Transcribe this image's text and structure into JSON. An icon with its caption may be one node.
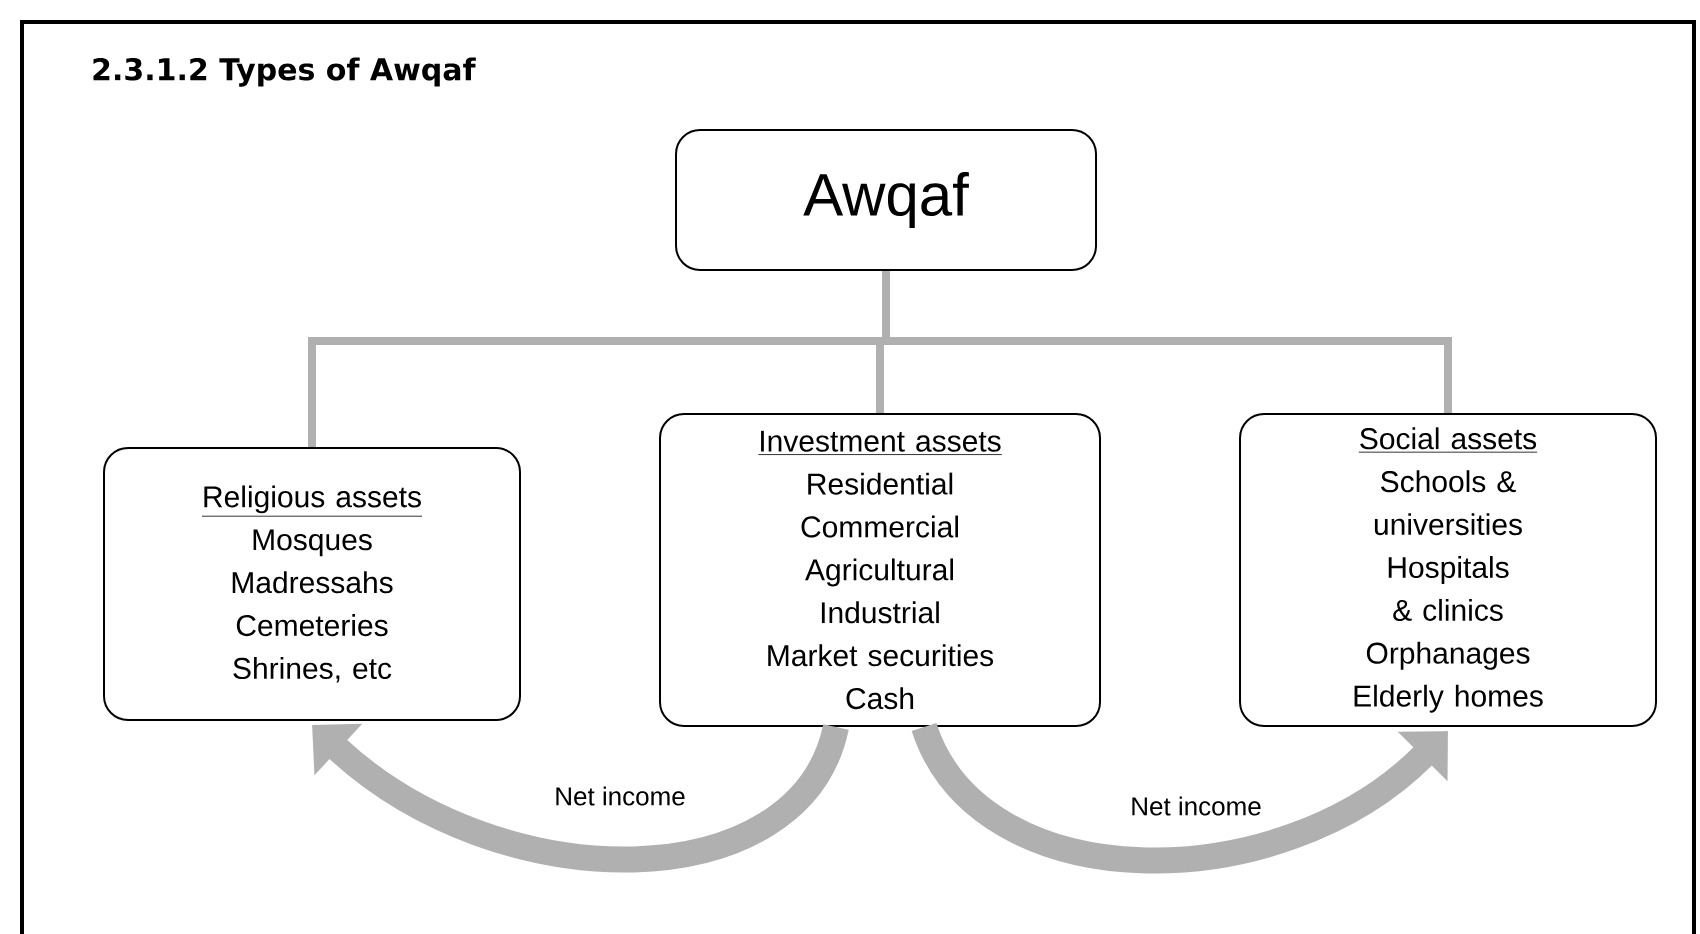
{
  "diagram": {
    "title": "2.3.1.2 Types of Awqaf",
    "nodes": [
      {
        "text": [
          "Awqaf"
        ]
      },
      {
        "text": [
          "Religious assets",
          "Mosques",
          "Madressahs",
          "Cemeteries",
          "Shrines, etc"
        ]
      },
      {
        "text": [
          "Investment assets",
          "Residential",
          "Commercial",
          "Agricultural",
          "Industrial",
          "Market securities",
          "Cash"
        ]
      },
      {
        "text": [
          "Social assets",
          "Schools & universities",
          "Hospitals & clinics",
          "Orphanages",
          "Elderly homes"
        ]
      }
    ],
    "edges": [
      {
        "from": 0,
        "to": 1,
        "arrow": "none"
      },
      {
        "from": 0,
        "to": 2,
        "arrow": "none"
      },
      {
        "from": 0,
        "to": 3,
        "arrow": "none"
      },
      {
        "from": 2,
        "to": 1,
        "arrow": "to",
        "label": "Net income",
        "style": "thick"
      },
      {
        "from": 2,
        "to": 3,
        "arrow": "to",
        "label": "Net income",
        "style": "thick"
      }
    ]
  }
}
